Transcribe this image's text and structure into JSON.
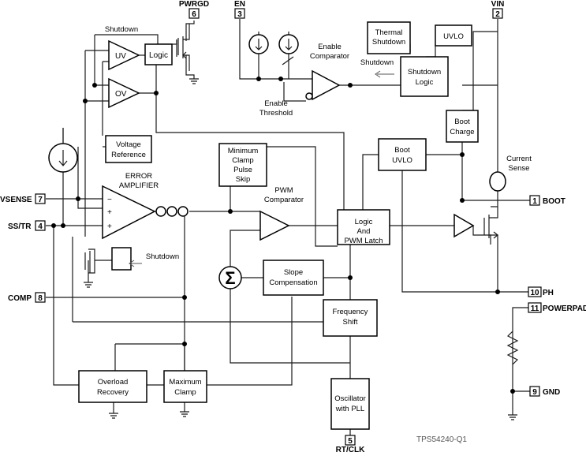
{
  "pins": {
    "pwrgd": {
      "name": "PWRGD",
      "num": "6"
    },
    "en": {
      "name": "EN",
      "num": "3"
    },
    "vin": {
      "name": "VIN",
      "num": "2"
    },
    "vsense": {
      "name": "VSENSE",
      "num": "7"
    },
    "sstr": {
      "name": "SS/TR",
      "num": "4"
    },
    "comp": {
      "name": "COMP",
      "num": "8"
    },
    "boot": {
      "name": "BOOT",
      "num": "1"
    },
    "ph": {
      "name": "PH",
      "num": "10"
    },
    "powerpad": {
      "name": "POWERPAD",
      "num": "11"
    },
    "gnd": {
      "name": "GND",
      "num": "9"
    },
    "rtclk": {
      "name": "RT/CLK",
      "num": "5"
    }
  },
  "blocks": {
    "logic_pg": "Logic",
    "uv": "UV",
    "ov": "OV",
    "voltage_reference": [
      "Voltage",
      "Reference"
    ],
    "error_amplifier": [
      "ERROR",
      "AMPLIFIER"
    ],
    "min_clamp": [
      "Minimum",
      "Clamp",
      "Pulse",
      "Skip"
    ],
    "pwm_comparator": [
      "PWM",
      "Comparator"
    ],
    "logic_latch": [
      "Logic",
      "And",
      "PWM Latch"
    ],
    "slope_comp": [
      "Slope",
      "Compensation"
    ],
    "freq_shift": [
      "Frequency",
      "Shift"
    ],
    "oscillator": [
      "Oscillator",
      "with PLL"
    ],
    "overload": [
      "Overload",
      "Recovery"
    ],
    "max_clamp": [
      "Maximum",
      "Clamp"
    ],
    "boot_uvlo": [
      "Boot",
      "UVLO"
    ],
    "boot_charge": [
      "Boot",
      "Charge"
    ],
    "thermal": [
      "Thermal",
      "Shutdown"
    ],
    "uvlo": "UVLO",
    "shutdown_logic": [
      "Shutdown",
      "Logic"
    ],
    "sigma": "Σ"
  },
  "labels": {
    "shutdown_top": "Shutdown",
    "enable_comparator": [
      "Enable",
      "Comparator"
    ],
    "shutdown_arrow": "Shutdown",
    "enable_threshold": [
      "Enable",
      "Threshold"
    ],
    "shutdown_ss": "Shutdown",
    "current_sense": [
      "Current",
      "Sense"
    ]
  },
  "part_number": "TPS54240-Q1"
}
